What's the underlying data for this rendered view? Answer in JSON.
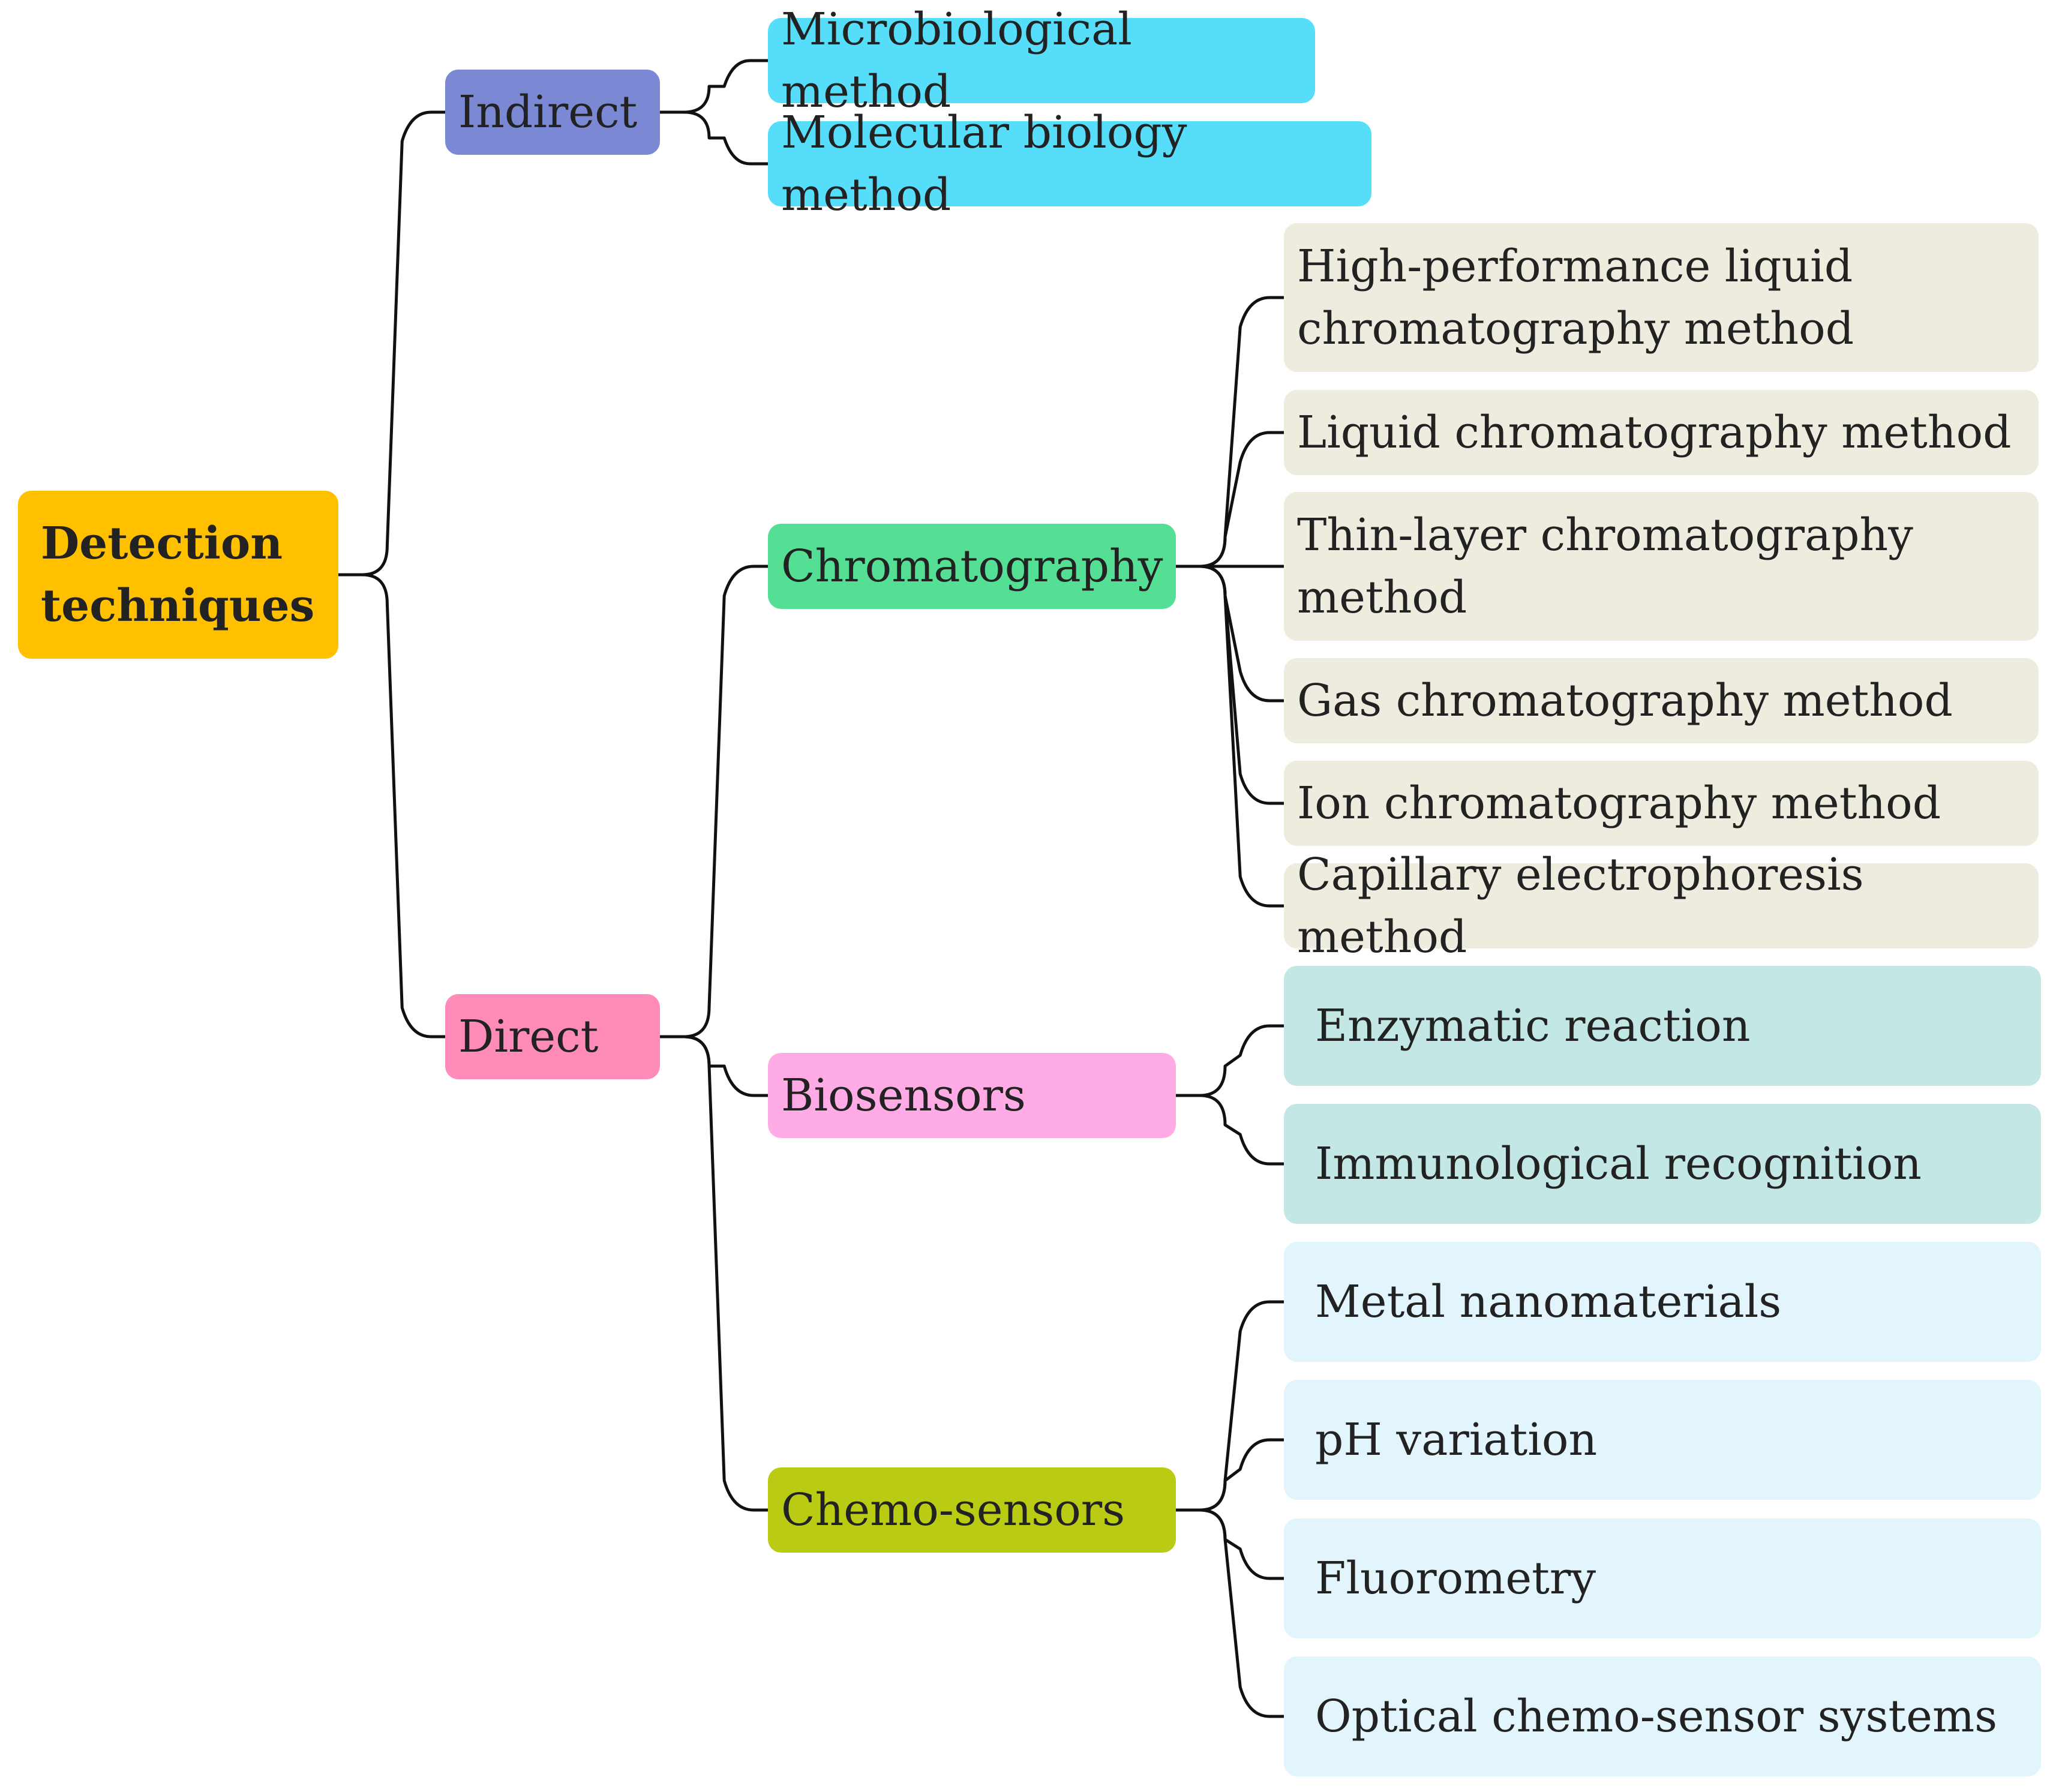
{
  "colors": {
    "root": "#FFC000",
    "indirect": "#7B89D4",
    "direct": "#FF8BB8",
    "indirect_children": "#55DDF9",
    "chromatography": "#55DF94",
    "biosensors": "#FFACE6",
    "chemo_sensors": "#BACB14",
    "chromatography_children": "#EEEBDF",
    "biosensors_children": "#C3E7E5",
    "chemo_sensors_children": "#E2F5FC",
    "connector": "#111111"
  },
  "nodes": {
    "root": "Detection\ntechniques",
    "indirect": "Indirect",
    "direct": "Direct",
    "microbiological": "Microbiological method",
    "molecular_biology": "Molecular biology method",
    "chromatography": "Chromatography",
    "biosensors": "Biosensors",
    "chemo_sensors": "Chemo-sensors",
    "hplc": "High-performance liquid\nchromatography method",
    "liquid_chrom": "Liquid chromatography method",
    "thin_layer": "Thin-layer chromatography\nmethod",
    "gas_chrom": "Gas chromatography method",
    "ion_chrom": "Ion chromatography method",
    "capillary": "Capillary electrophoresis method",
    "enzymatic": "Enzymatic reaction",
    "immunological": "Immunological recognition",
    "metal_nano": "Metal nanomaterials",
    "ph_variation": "pH variation",
    "fluorometry": "Fluorometry",
    "optical": "Optical chemo-sensor systems"
  }
}
